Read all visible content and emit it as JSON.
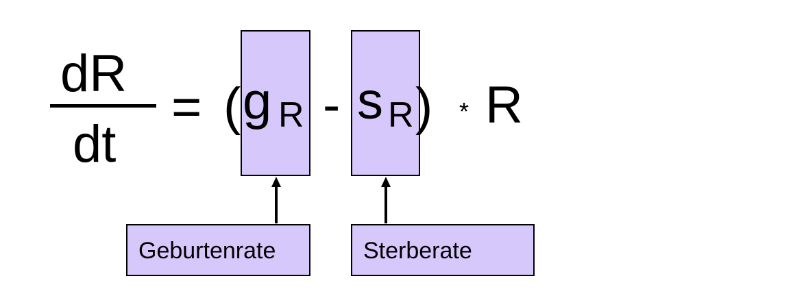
{
  "equation": {
    "lhs": {
      "numerator": "dR",
      "denominator": "dt"
    },
    "equals": "=",
    "open_paren": "(",
    "term_birth": {
      "symbol": "g",
      "subscript": "R"
    },
    "minus": "-",
    "term_death": {
      "symbol": "s",
      "subscript": "R"
    },
    "close_paren": ")",
    "times": "*",
    "factor": "R"
  },
  "labels": {
    "birth_rate": "Geburtenrate",
    "death_rate": "Sterberate"
  },
  "colors": {
    "highlight_fill": "#d7c8fc",
    "stroke": "#000000"
  }
}
